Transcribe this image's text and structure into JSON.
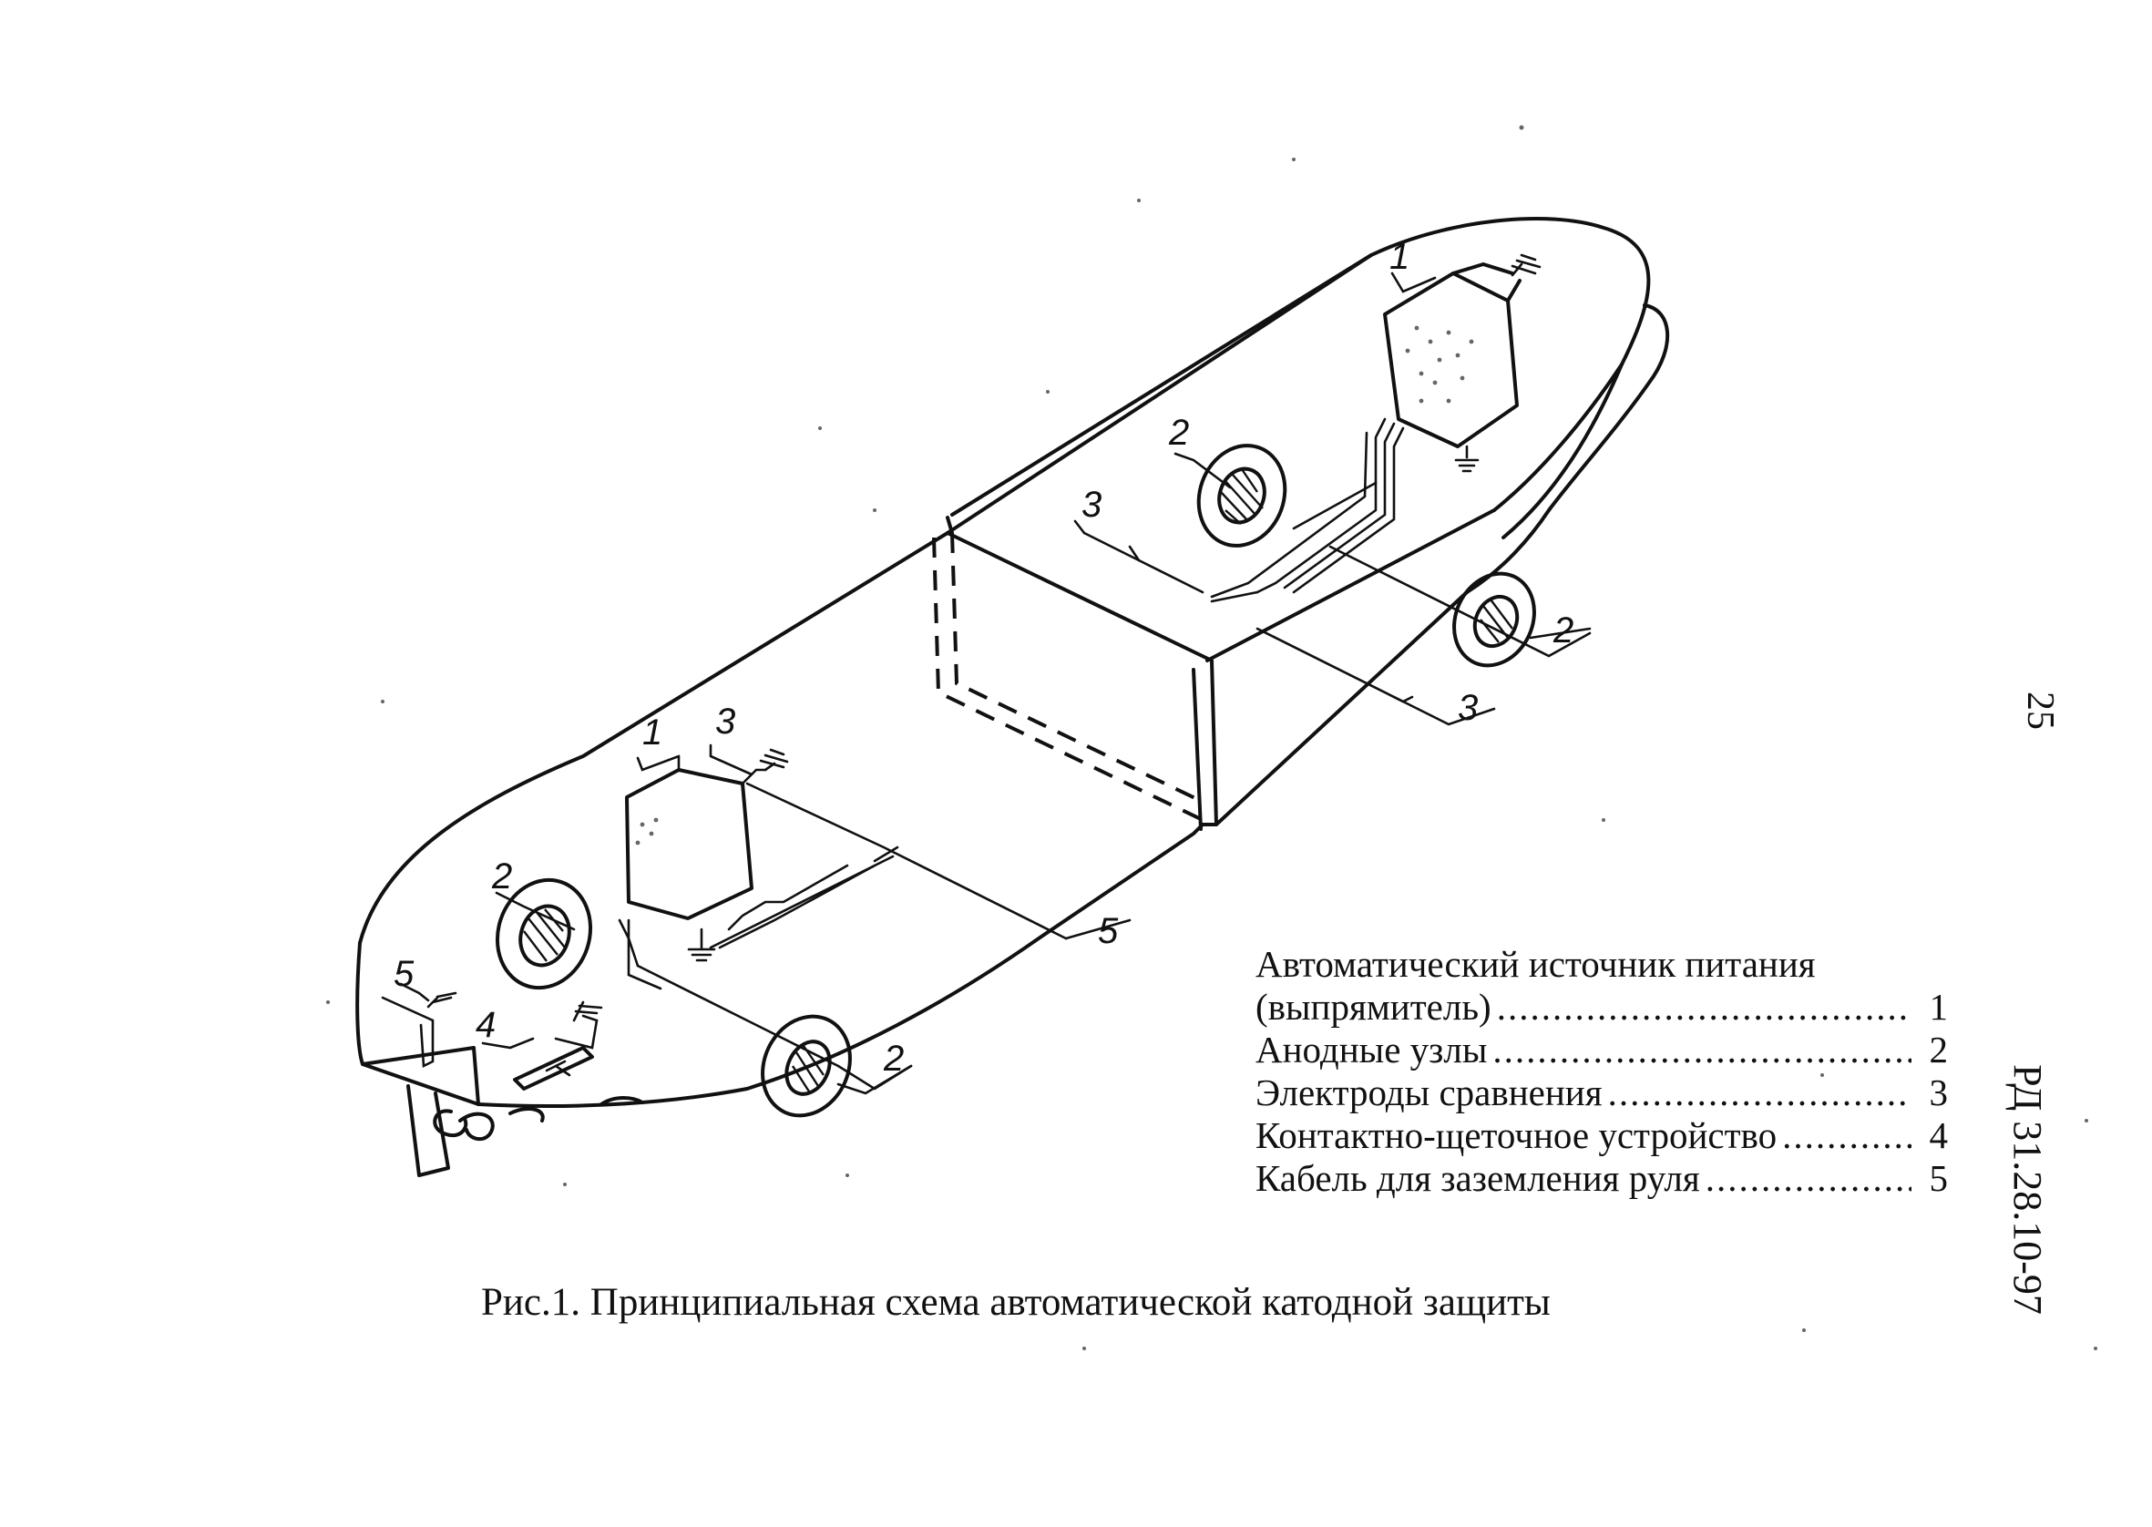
{
  "legend": {
    "title_line1": "Автоматический источник питания",
    "items": [
      {
        "label": "(выпрямитель)",
        "num": "1"
      },
      {
        "label": "Анодные узлы",
        "num": "2"
      },
      {
        "label": "Электроды сравнения",
        "num": "3"
      },
      {
        "label": "Контактно-щеточное устройство",
        "num": "4"
      },
      {
        "label": "Кабель для заземления руля",
        "num": "5"
      }
    ]
  },
  "caption": "Рис.1. Принципиальная схема автоматической катодной защиты",
  "page_number": "25",
  "document_code": "РД 31.28.10-97",
  "callouts": {
    "c1_bow": "1",
    "c2_bow": "2",
    "c3_bow_upper": "3",
    "c3_bow_lower": "3",
    "c2_bow_lower": "2",
    "c1_stern": "1",
    "c3_stern": "3",
    "c2_stern": "2",
    "c5_stern": "5",
    "c2_stern_lower": "2",
    "c5_rudder": "5",
    "c4_shaft": "4"
  }
}
